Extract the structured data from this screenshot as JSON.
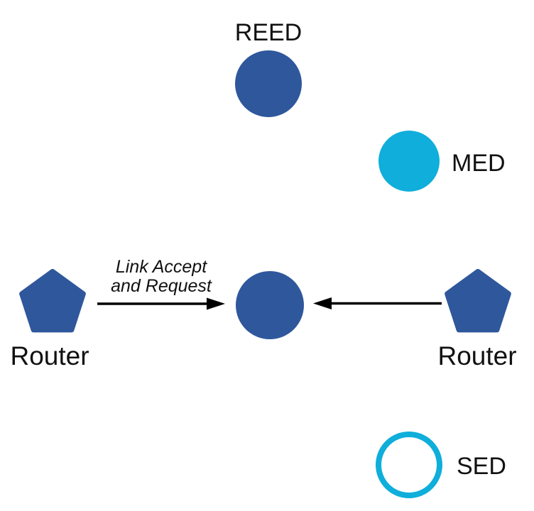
{
  "colors": {
    "primary_blue": "#2F579C",
    "cyan": "#0FAEDB",
    "arrow_black": "#000000",
    "text": "#111111",
    "background": "#FFFFFF"
  },
  "nodes": {
    "reed": {
      "label": "REED",
      "shape": "filled-circle"
    },
    "med": {
      "label": "MED",
      "shape": "filled-circle"
    },
    "center_node": {
      "label": "",
      "shape": "filled-circle"
    },
    "router_left": {
      "label": "Router",
      "shape": "pentagon"
    },
    "router_right": {
      "label": "Router",
      "shape": "pentagon"
    },
    "sed": {
      "label": "SED",
      "shape": "outline-circle"
    }
  },
  "edges": {
    "left_arrow": {
      "from": "router_left",
      "to": "center_node",
      "label_line1": "Link Accept",
      "label_line2": "and Request"
    },
    "right_arrow": {
      "from": "router_right",
      "to": "center_node",
      "label_line1": "",
      "label_line2": ""
    }
  }
}
